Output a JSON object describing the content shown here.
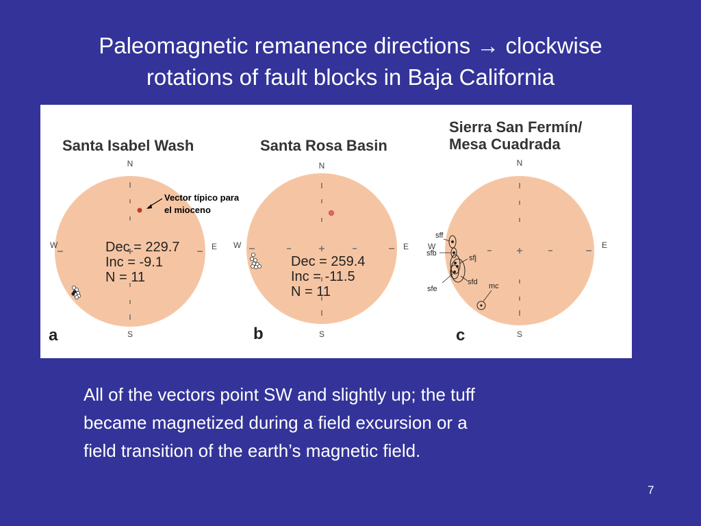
{
  "slide": {
    "title_line1": "Paleomagnetic remanence directions → clockwise",
    "title_line2": "rotations of fault blocks in  Baja California",
    "caption_line1": "All of the vectors point SW and slightly up; the tuff",
    "caption_line2": "became magnetized during a field excursion or a",
    "caption_line3": "field transition of the earth’s magnetic field.",
    "page_number": "7"
  },
  "colors": {
    "background": "#333399",
    "net_fill": "#f5c5a3",
    "mean_vector": "#c0392b"
  },
  "annotation": {
    "line1": "Vector típico para",
    "line2": "el mioceno"
  },
  "panels": [
    {
      "letter": "a",
      "title": "Santa Isabel Wash",
      "north": "N",
      "south": "S",
      "west": "W",
      "east": "E",
      "dec_text": "Dec = 229.7",
      "inc_text": "Inc = -9.1",
      "n_text": "N = 11"
    },
    {
      "letter": "b",
      "title": "Santa Rosa Basin",
      "north": "N",
      "south": "S",
      "west": "W",
      "east": "E",
      "dec_text": "Dec = 259.4",
      "inc_text": "Inc = -11.5",
      "n_text": "N = 11"
    },
    {
      "letter": "c",
      "title_line1": "Sierra San Fermín/",
      "title_line2": "Mesa Cuadrada",
      "north": "N",
      "south": "S",
      "west": "W",
      "east": "E",
      "labels": {
        "sff": "sff",
        "sfb": "sfb",
        "sfj": "sfj",
        "sfe": "sfe",
        "sfd": "sfd",
        "mc": "mc"
      }
    }
  ]
}
